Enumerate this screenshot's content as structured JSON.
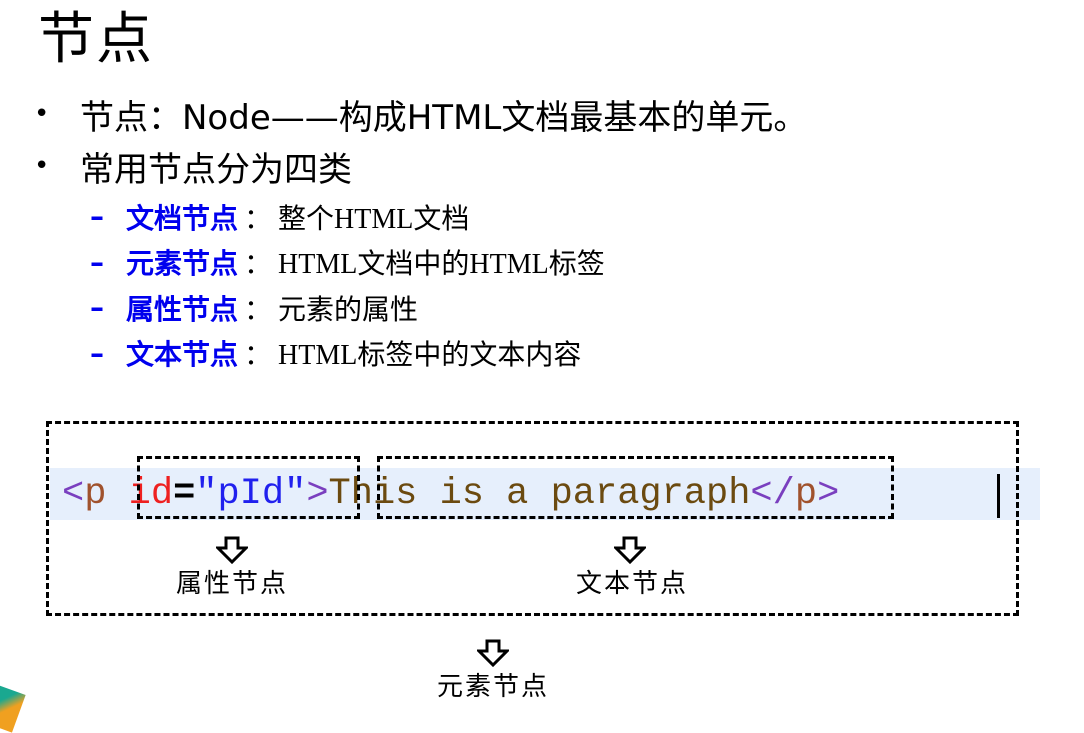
{
  "title": "节点",
  "bullets": [
    {
      "text": "节点：Node——构成HTML文档最基本的单元。"
    },
    {
      "text": "常用节点分为四类"
    }
  ],
  "sub_items": [
    {
      "keyword": "文档节点",
      "colon": "：",
      "desc_parts": [
        "整个",
        "HTML",
        "文档"
      ]
    },
    {
      "keyword": "元素节点",
      "colon": "：",
      "desc_parts": [
        "",
        "HTML",
        "文档中的",
        "HTML",
        "标签"
      ]
    },
    {
      "keyword": "属性节点",
      "colon": "：",
      "desc_parts": [
        "元素的属性"
      ]
    },
    {
      "keyword": "文本节点",
      "colon": "：",
      "desc_parts": [
        "",
        "HTML",
        "标签中的文本内容"
      ]
    }
  ],
  "code": {
    "open_lt": "<",
    "open_tag": "p",
    "space": " ",
    "attr_name": "id",
    "equals": "=",
    "attr_value": "\"pId\"",
    "open_gt": ">",
    "text": "This is a paragraph",
    "close_lt": "</",
    "close_tag": "p",
    "close_gt": ">"
  },
  "labels": {
    "attribute_node": "属性节点",
    "text_node": "文本节点",
    "element_node": "元素节点"
  },
  "colors": {
    "keyword": "#0000ee",
    "accent_teal": "#1aa890",
    "accent_orange": "#f0a020",
    "code_highlight": "#e6effc"
  }
}
